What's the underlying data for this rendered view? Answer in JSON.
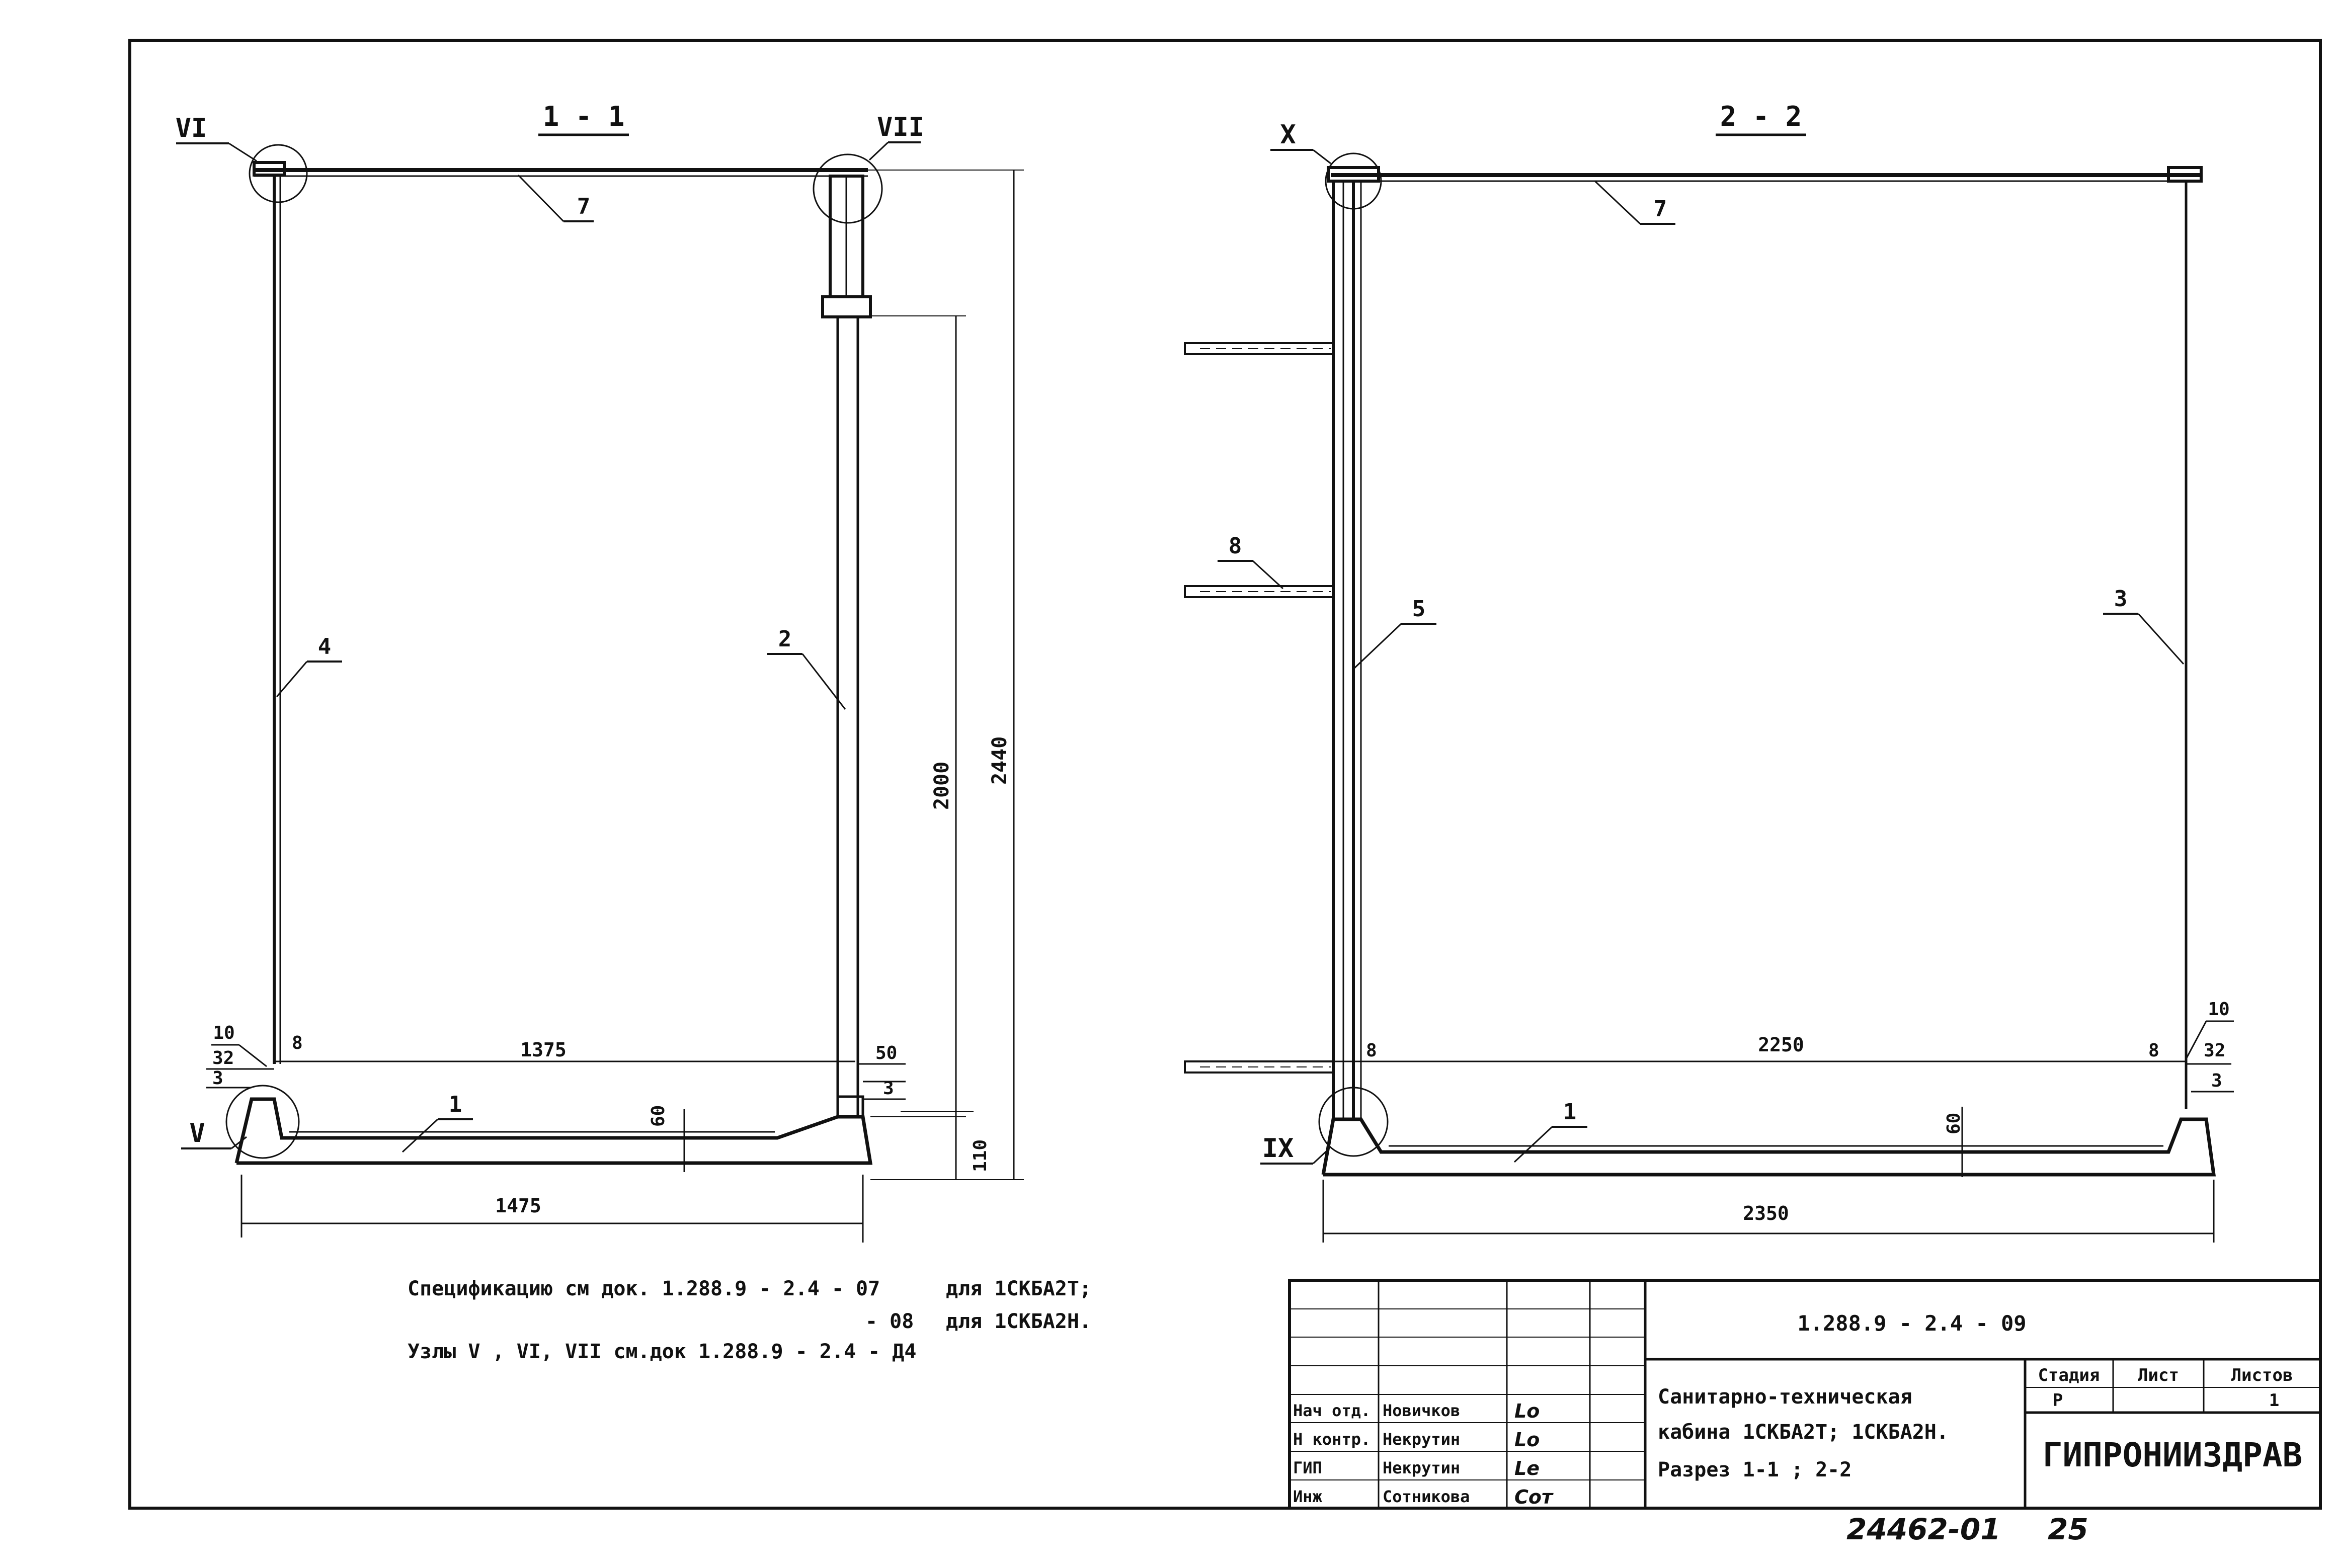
{
  "section_1": {
    "title": "1 - 1",
    "node_top_left": "VI",
    "node_top_right": "VII",
    "node_bottom_left": "V",
    "callouts": {
      "top_panel": "7",
      "left_wall": "4",
      "right_wall": "2",
      "floor": "1",
      "seal": "10"
    },
    "dims": {
      "inner_width": "1375",
      "outer_width": "1475",
      "height_total": "2440",
      "height_inner": "2000",
      "floor_thickness": "60",
      "base_height": "110",
      "offset_left": "32",
      "step_left": "3",
      "gap_left": "8",
      "offset_right": "50",
      "step_right": "3"
    }
  },
  "section_2": {
    "title": "2 - 2",
    "node_top_left": "X",
    "node_bottom_left": "IX",
    "callouts": {
      "top_panel": "7",
      "pipe": "8",
      "left_wall": "5",
      "right_wall": "3",
      "floor": "1",
      "seal": "10"
    },
    "dims": {
      "inner_width": "2250",
      "outer_width": "2350",
      "floor_thickness": "60",
      "gap_left": "8",
      "gap_right": "8",
      "offset_right": "32",
      "step_right": "3"
    }
  },
  "notes": {
    "line1_a": "Спецификацию см док. 1.288.9 - 2.4 - 07",
    "line1_b": "для 1СКБА2Т;",
    "line2_a": "- 08",
    "line2_b": "для 1СКБА2Н.",
    "line3": "Узлы V , VI, VII см.док 1.288.9 - 2.4 - Д4"
  },
  "title_block": {
    "doc_code": "1.288.9 - 2.4 - 09",
    "title_line1": "Санитарно-техническая",
    "title_line2": "кабина 1СКБА2Т; 1СКБА2Н.",
    "title_line3": "Разрез 1-1 ; 2-2",
    "stage_label": "Стадия",
    "sheet_label": "Лист",
    "sheets_label": "Листов",
    "stage_value": "Р",
    "sheets_value": "1",
    "org": "ГИПРОНИИЗДРАВ",
    "staff": [
      {
        "role": "Нач отд.",
        "name": "Новичков",
        "sign": "Lo"
      },
      {
        "role": "Н контр.",
        "name": "Некрутин",
        "sign": "Lo"
      },
      {
        "role": "ГИП",
        "name": "Некрутин",
        "sign": "Le"
      },
      {
        "role": "Инж",
        "name": "Сотникова",
        "sign": "Сот"
      }
    ],
    "archive_no": "24462-01",
    "page_no": "25"
  }
}
